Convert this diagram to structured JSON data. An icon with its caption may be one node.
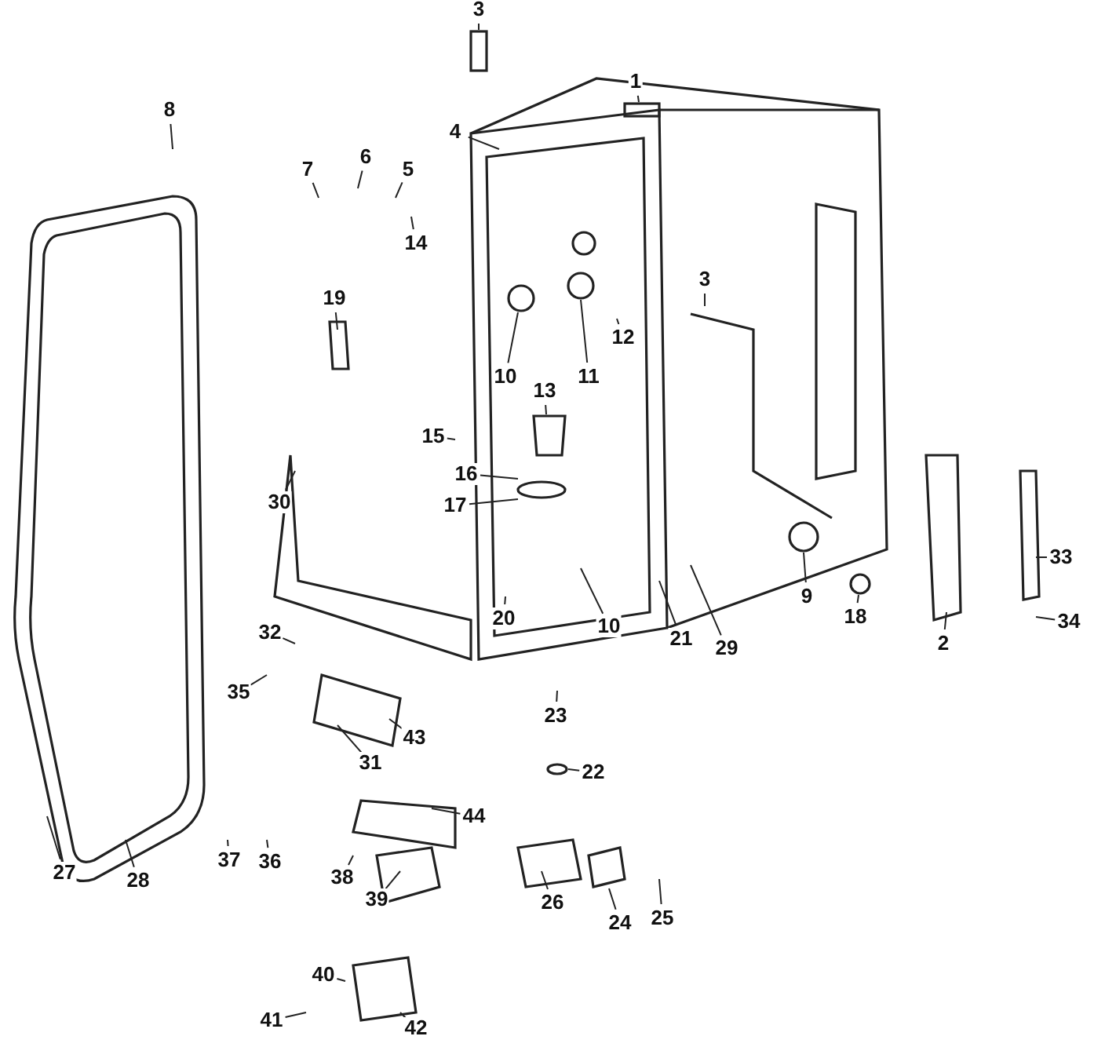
{
  "diagram": {
    "nodes": [
      {
        "text": [
          "1"
        ]
      },
      {
        "text": [
          "3"
        ]
      },
      {
        "text": [
          "4"
        ]
      },
      {
        "text": [
          "5"
        ]
      },
      {
        "text": [
          "6"
        ]
      },
      {
        "text": [
          "7"
        ]
      },
      {
        "text": [
          "8"
        ]
      },
      {
        "text": [
          "14"
        ]
      },
      {
        "text": [
          "10"
        ]
      },
      {
        "text": [
          "11"
        ]
      },
      {
        "text": [
          "12"
        ]
      },
      {
        "text": [
          "3"
        ]
      },
      {
        "text": [
          "19"
        ]
      },
      {
        "text": [
          "13"
        ]
      },
      {
        "text": [
          "15"
        ]
      },
      {
        "text": [
          "16"
        ]
      },
      {
        "text": [
          "17"
        ]
      },
      {
        "text": [
          "30"
        ]
      },
      {
        "text": [
          "9"
        ]
      },
      {
        "text": [
          "18"
        ]
      },
      {
        "text": [
          "2"
        ]
      },
      {
        "text": [
          "33"
        ]
      },
      {
        "text": [
          "34"
        ]
      },
      {
        "text": [
          "32"
        ]
      },
      {
        "text": [
          "20"
        ]
      },
      {
        "text": [
          "10"
        ]
      },
      {
        "text": [
          "21"
        ]
      },
      {
        "text": [
          "29"
        ]
      },
      {
        "text": [
          "35"
        ]
      },
      {
        "text": [
          "43"
        ]
      },
      {
        "text": [
          "31"
        ]
      },
      {
        "text": [
          "23"
        ]
      },
      {
        "text": [
          "22"
        ]
      },
      {
        "text": [
          "44"
        ]
      },
      {
        "text": [
          "27"
        ]
      },
      {
        "text": [
          "28"
        ]
      },
      {
        "text": [
          "37"
        ]
      },
      {
        "text": [
          "36"
        ]
      },
      {
        "text": [
          "38"
        ]
      },
      {
        "text": [
          "39"
        ]
      },
      {
        "text": [
          "26"
        ]
      },
      {
        "text": [
          "24"
        ]
      },
      {
        "text": [
          "25"
        ]
      },
      {
        "text": [
          "40"
        ]
      },
      {
        "text": [
          "41"
        ]
      },
      {
        "text": [
          "42"
        ]
      },
      {
        "text": [],
        "shape": "bar"
      },
      {
        "text": [],
        "shape": "bar"
      },
      {
        "text": [],
        "shape": "circle"
      },
      {
        "text": [],
        "shape": "circle"
      },
      {
        "text": [],
        "shape": "box"
      },
      {
        "text": [],
        "shape": "circle"
      },
      {
        "text": [],
        "shape": "circle"
      },
      {
        "text": [],
        "shape": "circle"
      },
      {
        "text": [],
        "shape": "box"
      }
    ],
    "edges": [
      {
        "from": 0,
        "to": 46,
        "arrow": "none"
      },
      {
        "from": 1,
        "to": 47,
        "arrow": "none"
      },
      {
        "from": 2,
        "to": null,
        "arrow": "none"
      },
      {
        "from": 3,
        "to": null,
        "arrow": "none"
      },
      {
        "from": 4,
        "to": null,
        "arrow": "none"
      },
      {
        "from": 5,
        "to": null,
        "arrow": "none"
      },
      {
        "from": 6,
        "to": null,
        "arrow": "none"
      },
      {
        "from": 7,
        "to": null,
        "arrow": "none"
      },
      {
        "from": 8,
        "to": 48,
        "arrow": "none"
      },
      {
        "from": 9,
        "to": 49,
        "arrow": "none"
      },
      {
        "from": 10,
        "to": null,
        "arrow": "none"
      },
      {
        "from": 11,
        "to": null,
        "arrow": "none"
      },
      {
        "from": 12,
        "to": null,
        "arrow": "none"
      },
      {
        "from": 13,
        "to": 50,
        "arrow": "none"
      },
      {
        "from": 14,
        "to": null,
        "arrow": "none"
      },
      {
        "from": 15,
        "to": null,
        "arrow": "none"
      },
      {
        "from": 16,
        "to": null,
        "arrow": "none"
      },
      {
        "from": 17,
        "to": null,
        "arrow": "none"
      },
      {
        "from": 18,
        "to": 51,
        "arrow": "none"
      },
      {
        "from": 19,
        "to": 52,
        "arrow": "none"
      },
      {
        "from": 20,
        "to": null,
        "arrow": "none"
      },
      {
        "from": 21,
        "to": null,
        "arrow": "none"
      },
      {
        "from": 22,
        "to": null,
        "arrow": "none"
      },
      {
        "from": 23,
        "to": null,
        "arrow": "none"
      },
      {
        "from": 24,
        "to": null,
        "arrow": "none"
      },
      {
        "from": 25,
        "to": null,
        "arrow": "none"
      },
      {
        "from": 26,
        "to": null,
        "arrow": "none"
      },
      {
        "from": 27,
        "to": null,
        "arrow": "none"
      },
      {
        "from": 28,
        "to": null,
        "arrow": "none"
      },
      {
        "from": 29,
        "to": null,
        "arrow": "none"
      },
      {
        "from": 30,
        "to": null,
        "arrow": "none"
      },
      {
        "from": 31,
        "to": null,
        "arrow": "none"
      },
      {
        "from": 32,
        "to": 53,
        "arrow": "none"
      },
      {
        "from": 33,
        "to": null,
        "arrow": "none"
      },
      {
        "from": 34,
        "to": null,
        "arrow": "none"
      },
      {
        "from": 35,
        "to": null,
        "arrow": "none"
      },
      {
        "from": 36,
        "to": null,
        "arrow": "none"
      },
      {
        "from": 37,
        "to": null,
        "arrow": "none"
      },
      {
        "from": 38,
        "to": null,
        "arrow": "none"
      },
      {
        "from": 39,
        "to": null,
        "arrow": "none"
      },
      {
        "from": 40,
        "to": null,
        "arrow": "none"
      },
      {
        "from": 41,
        "to": 54,
        "arrow": "none"
      },
      {
        "from": 42,
        "to": null,
        "arrow": "none"
      },
      {
        "from": 43,
        "to": null,
        "arrow": "none"
      },
      {
        "from": 44,
        "to": null,
        "arrow": "none"
      },
      {
        "from": 45,
        "to": null,
        "arrow": "none"
      }
    ]
  }
}
